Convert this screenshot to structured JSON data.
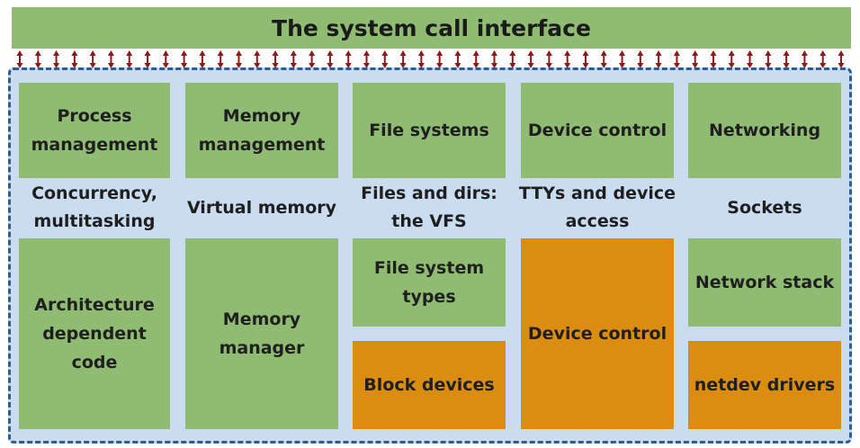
{
  "header": {
    "title": "The system call interface"
  },
  "subsystems": [
    {
      "title": "Process management",
      "layer": "Concurrency, multitasking",
      "implementation": [
        "Architecture dependent code"
      ]
    },
    {
      "title": "Memory management",
      "layer": "Virtual memory",
      "implementation": [
        "Memory manager"
      ]
    },
    {
      "title": "File systems",
      "layer": "Files and dirs: the VFS",
      "implementation": [
        "File system types",
        "Block devices"
      ]
    },
    {
      "title": "Device control",
      "layer": "TTYs and device access",
      "implementation": [
        "Device control"
      ]
    },
    {
      "title": "Networking",
      "layer": "Sockets",
      "implementation": [
        "Network stack",
        "netdev drivers"
      ]
    }
  ],
  "colors": {
    "software": "#8fbc72",
    "hardware": "#da8d10",
    "kernel_background": "#c9dcf0",
    "kernel_border": "#2e5e91",
    "arrow": "#8b1a1a"
  }
}
